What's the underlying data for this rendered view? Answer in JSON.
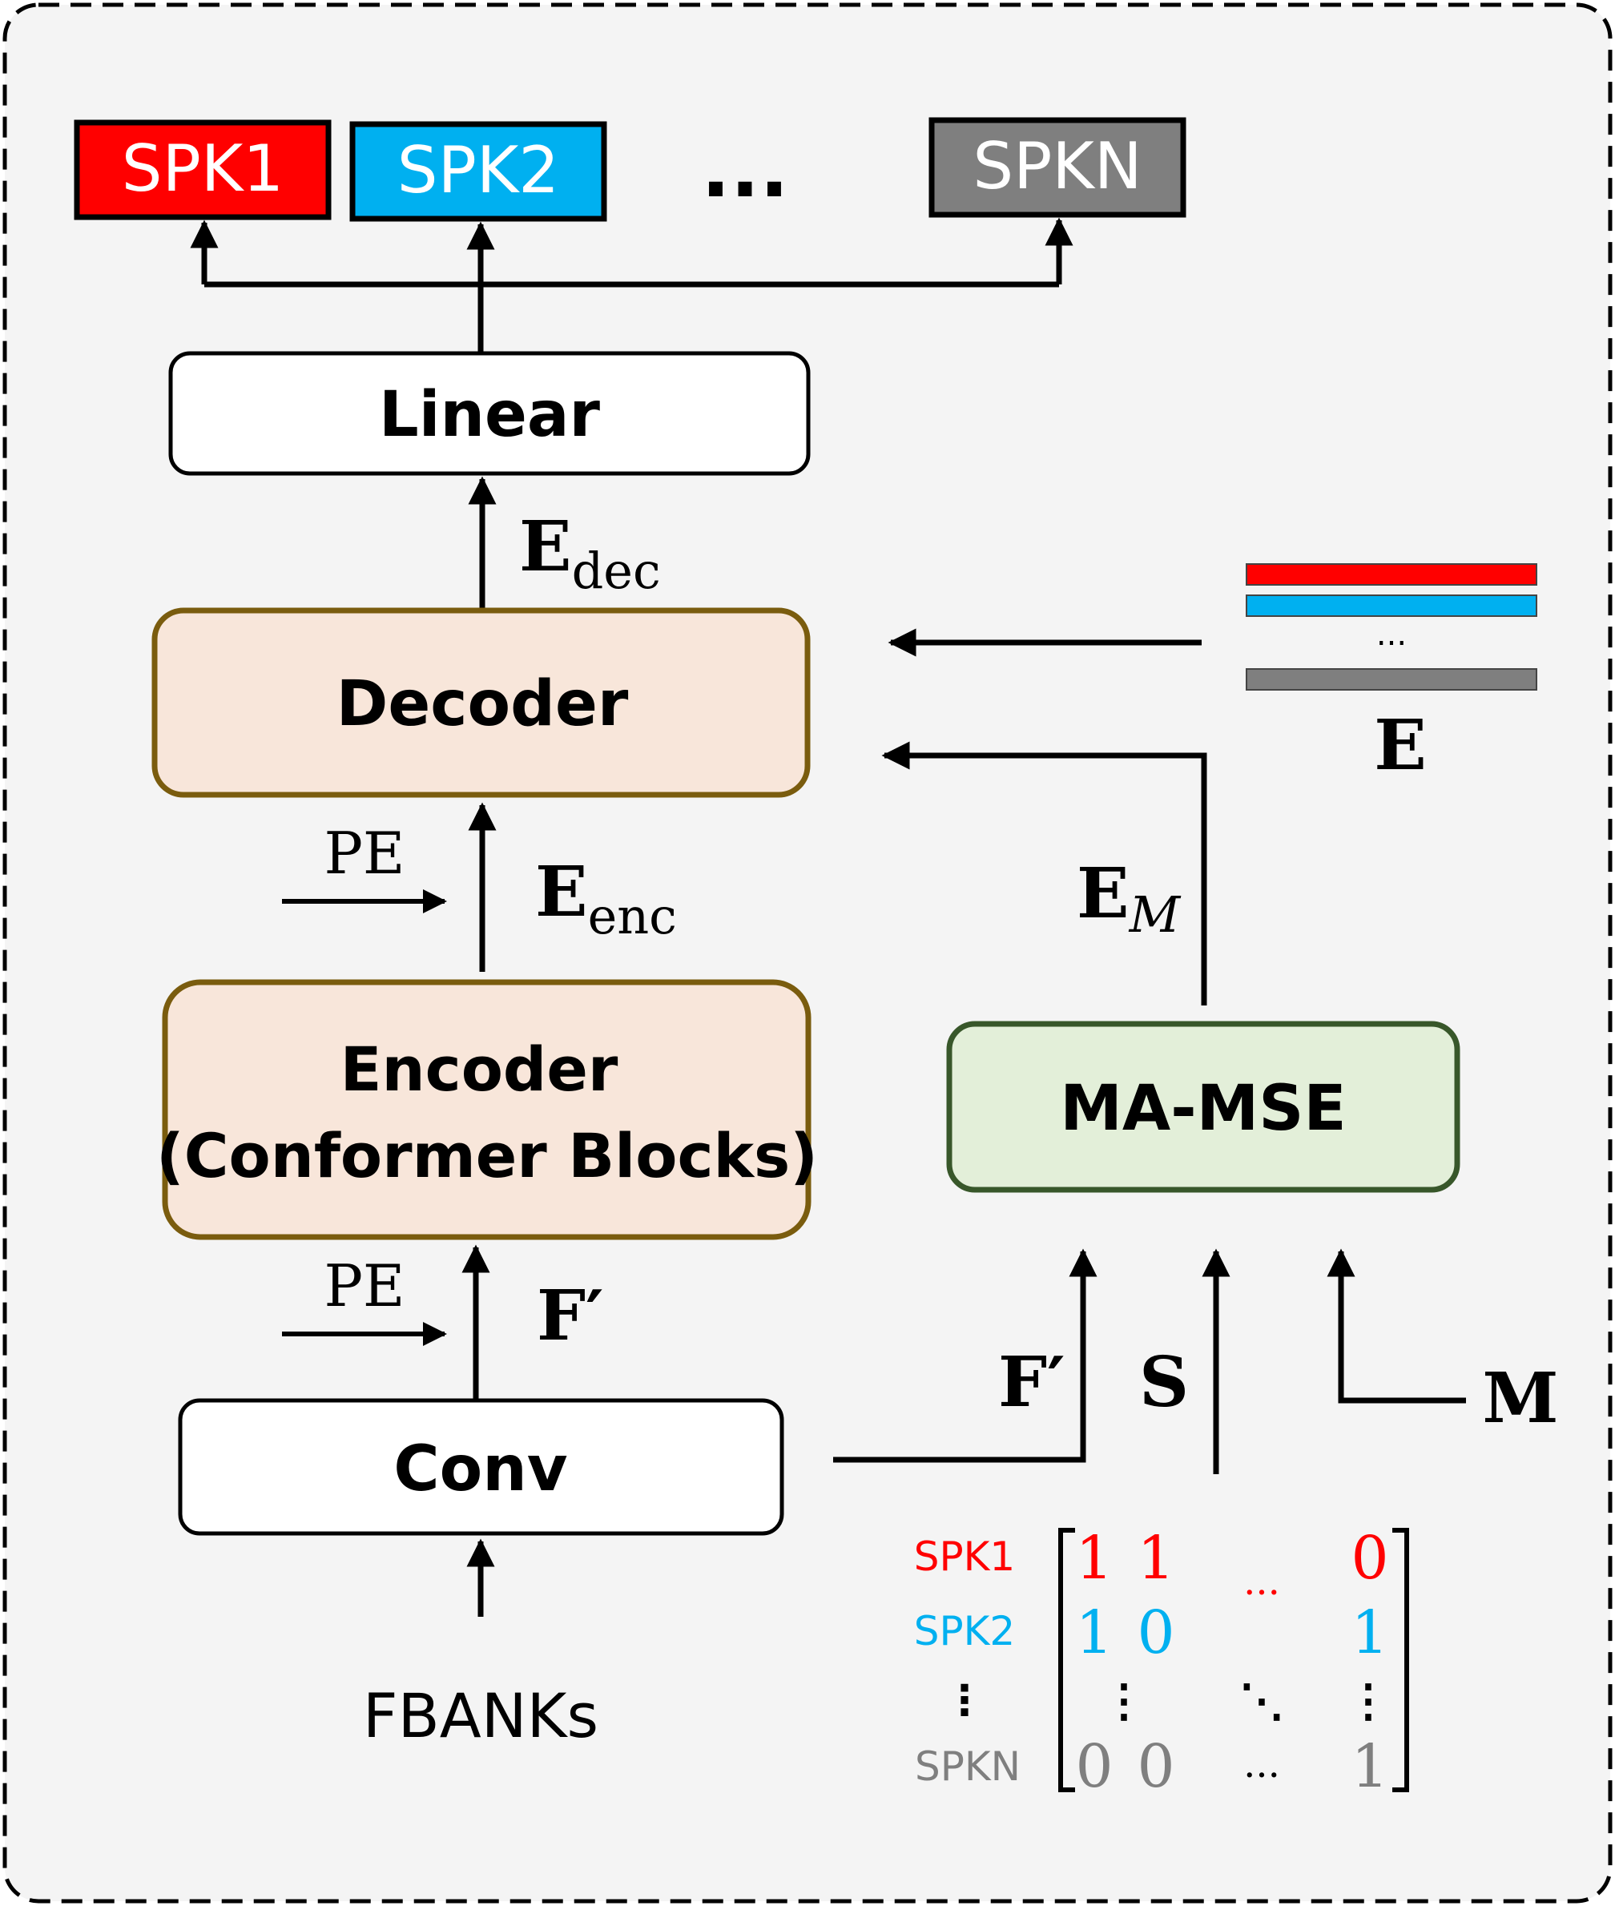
{
  "colors": {
    "spk1": "#ff0000",
    "spk2": "#00b0f0",
    "spkn": "#7f7f7f",
    "module_fill": "#f8e6da",
    "module_stroke": "#7a5c0e",
    "mamse_fill": "#e3efd9",
    "mamse_stroke": "#38572a",
    "background": "#f4f4f4"
  },
  "outputs": {
    "spk1": "SPK1",
    "spk2": "SPK2",
    "ellipsis": "...",
    "spkn": "SPKN"
  },
  "blocks": {
    "linear": "Linear",
    "decoder": "Decoder",
    "encoder_line1": "Encoder",
    "encoder_line2": "(Conformer Blocks)",
    "conv": "Conv",
    "mamse": "MA-MSE",
    "input": "FBANKs"
  },
  "labels": {
    "e_dec_base": "E",
    "e_dec_sub": "dec",
    "e_enc_base": "E",
    "e_enc_sub": "enc",
    "pe_top": "PE",
    "pe_bottom": "PE",
    "f_prime_left": "F′",
    "f_prime_right": "F′",
    "e_m_base": "E",
    "e_m_sub": "M",
    "s": "S",
    "m": "M",
    "e": "E",
    "embed_ellipsis": "..."
  },
  "matrix": {
    "rows": [
      {
        "label": "SPK1",
        "cells": [
          "1",
          "1",
          "...",
          "0"
        ]
      },
      {
        "label": "SPK2",
        "cells": [
          "1",
          "0",
          "",
          "1"
        ]
      },
      {
        "label": "⋮",
        "cells": [
          "⋮",
          "",
          "⋱",
          "⋮"
        ]
      },
      {
        "label": "SPKN",
        "cells": [
          "0",
          "0",
          "...",
          "1"
        ]
      }
    ]
  }
}
